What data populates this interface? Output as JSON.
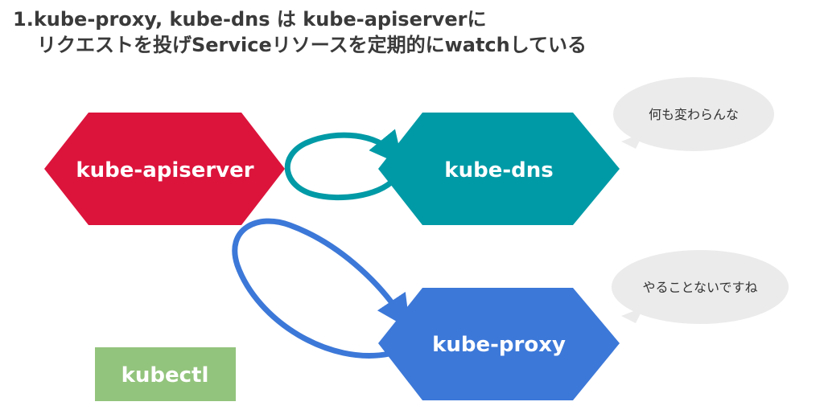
{
  "title": {
    "line1": "1.kube-proxy, kube-dns は kube-apiserverに",
    "line2": "リクエストを投げServiceリソースを定期的にwatchしている"
  },
  "nodes": {
    "apiserver": {
      "label": "kube-apiserver",
      "color": "#dc143c"
    },
    "dns": {
      "label": "kube-dns",
      "color": "#009aa6"
    },
    "proxy": {
      "label": "kube-proxy",
      "color": "#3c78d8"
    },
    "kubectl": {
      "label": "kubectl",
      "color": "#93c47d"
    }
  },
  "bubbles": {
    "dns": {
      "text": "何も変わらんな",
      "color": "#ebebeb"
    },
    "proxy": {
      "text": "やることないですね",
      "color": "#ebebeb"
    }
  },
  "arrows": {
    "watch_dns": {
      "color": "#009aa6"
    },
    "watch_proxy": {
      "color": "#3c78d8"
    }
  }
}
